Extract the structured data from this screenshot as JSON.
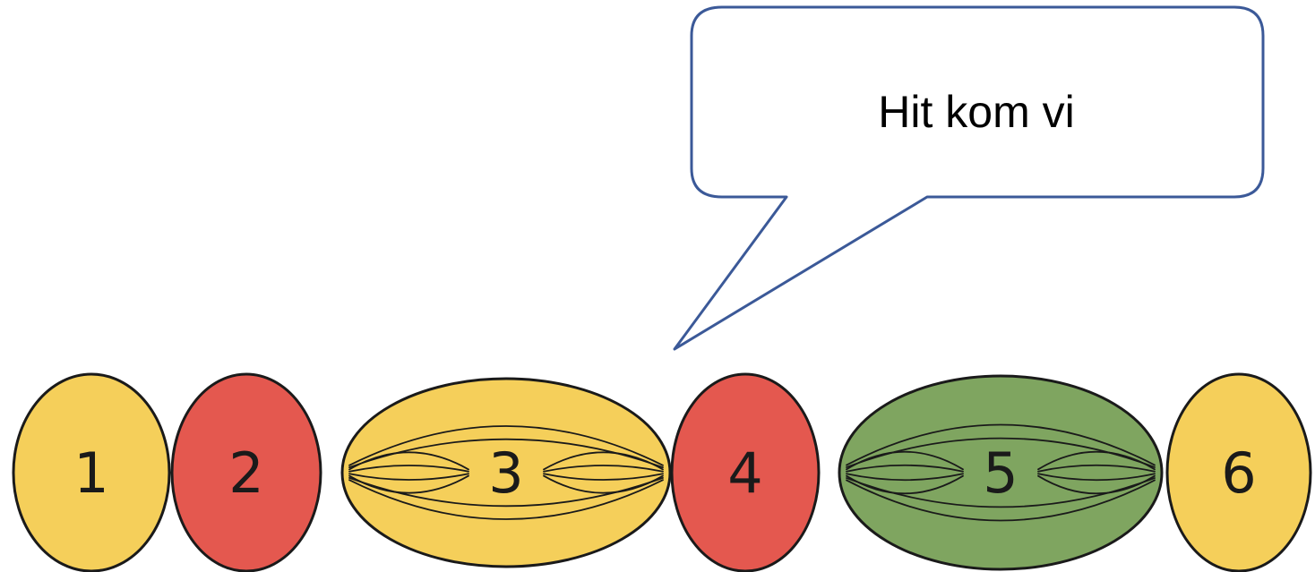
{
  "callout": {
    "text": "Hit kom vi"
  },
  "segments": [
    {
      "label": "1",
      "color": "#f5cf5a",
      "kind": "circle",
      "striped": false
    },
    {
      "label": "2",
      "color": "#e4584f",
      "kind": "circle",
      "striped": false
    },
    {
      "label": "3",
      "color": "#f5cf5a",
      "kind": "ellipse",
      "striped": true
    },
    {
      "label": "4",
      "color": "#e4584f",
      "kind": "circle",
      "striped": false
    },
    {
      "label": "5",
      "color": "#7fa560",
      "kind": "ellipse",
      "striped": true
    },
    {
      "label": "6",
      "color": "#f5cf5a",
      "kind": "circle",
      "striped": false
    }
  ],
  "colors": {
    "callout_border": "#3b5998",
    "outline": "#1a1a1a"
  }
}
